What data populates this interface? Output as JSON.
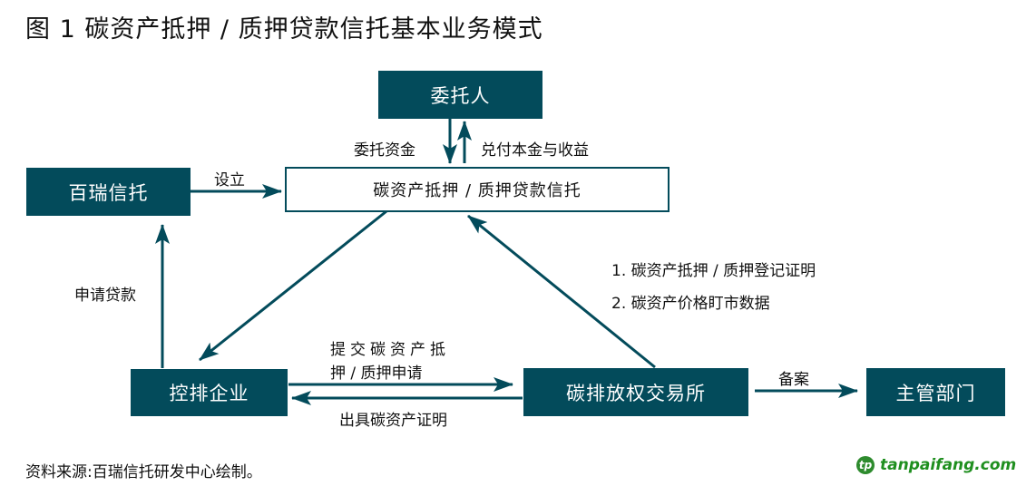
{
  "title": "图 1  碳资产抵押 / 质押贷款信托基本业务模式",
  "colors": {
    "box_fill": "#034b5b",
    "arrow": "#034b5b",
    "logo_green": "#1f8f1f"
  },
  "nodes": {
    "trustor": "委托人",
    "trust": "碳资产抵押 / 质押贷款信托",
    "bairui": "百瑞信托",
    "enterprise": "控排企业",
    "exchange": "碳排放权交易所",
    "regulator": "主管部门"
  },
  "edges": {
    "trust_funds": "委托资金",
    "repay": "兑付本金与收益",
    "establish": "设立",
    "apply_loan": "申请贷款",
    "submit_line1": "提交碳资产抵",
    "submit_line2": "押 / 质押申请",
    "certificate": "出具碳资产证明",
    "exchange_info_1": "1. 碳资产抵押 / 质押登记证明",
    "exchange_info_2": "2. 碳资产价格盯市数据",
    "filing": "备案"
  },
  "footer": "资料来源:百瑞信托研发中心绘制。",
  "watermark": {
    "icon": "tanpaifang-logo-icon",
    "text": "tanpaifang.com"
  }
}
